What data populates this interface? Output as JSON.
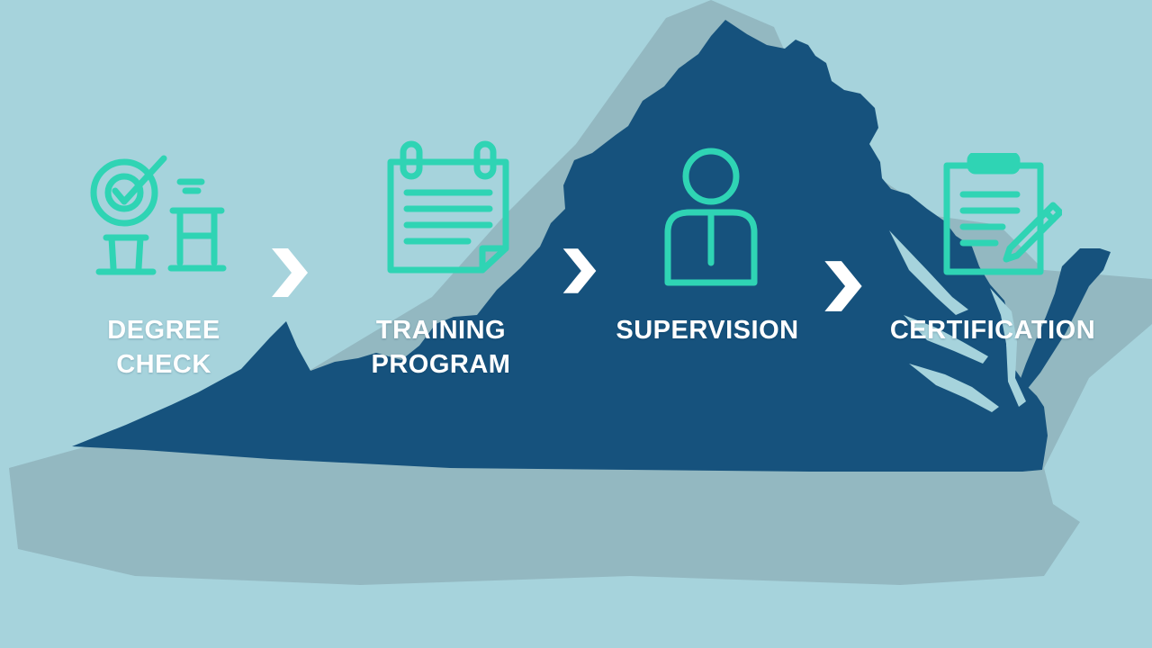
{
  "colors": {
    "background": "#a6d3dc",
    "shadow": "#8fb3bc",
    "state_fill": "#16527d",
    "icon_stroke": "#2fd4b4",
    "text": "#ffffff"
  },
  "map": {
    "region": "virginia-state-silhouette"
  },
  "steps": [
    {
      "icon": "degree-check-icon",
      "line1": "DEGREE",
      "line2": "CHECK"
    },
    {
      "icon": "notepad-icon",
      "line1": "TRAINING",
      "line2": "PROGRAM"
    },
    {
      "icon": "person-icon",
      "line1": "SUPERVISION",
      "line2": ""
    },
    {
      "icon": "clipboard-pencil-icon",
      "line1": "CERTIFICATION",
      "line2": ""
    }
  ],
  "connectors": [
    "chevron-right-icon",
    "chevron-right-icon",
    "chevron-right-icon"
  ]
}
